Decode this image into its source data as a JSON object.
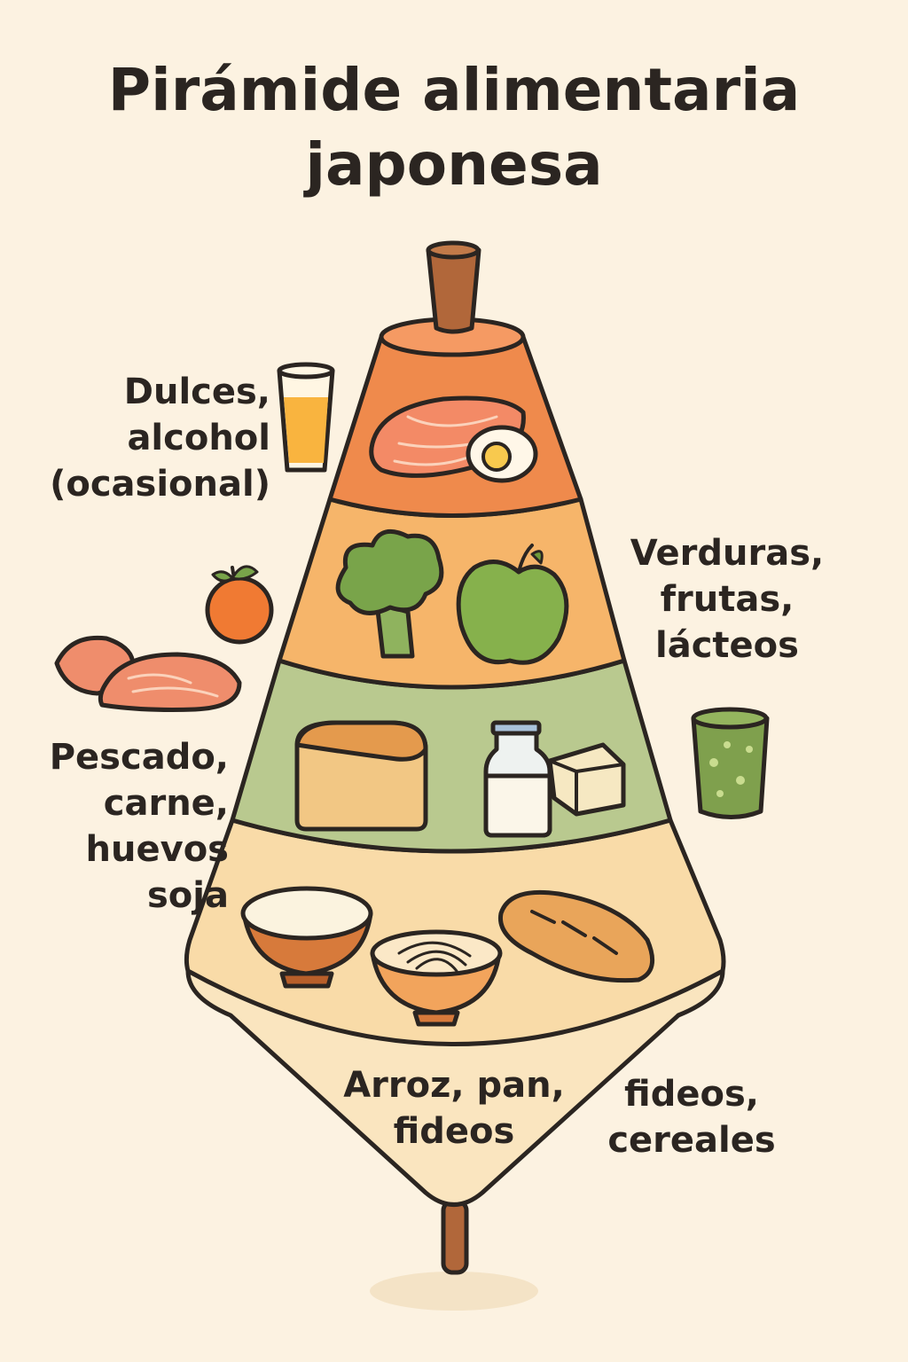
{
  "title": {
    "line1": "Pirámide alimentaria",
    "line2": "japonesa"
  },
  "labels": {
    "top": [
      "Dulces,",
      "alcohol",
      "(ocasional)"
    ],
    "upper_right": [
      "Verduras,",
      "frutas,",
      "lácteos"
    ],
    "middle_left": [
      "Pescado,",
      "carne,",
      "huevos",
      "soja"
    ],
    "base_center": [
      "Arroz, pan,",
      "fideos"
    ],
    "base_right": [
      "fideos,",
      "cereales"
    ]
  },
  "colors": {
    "background": "#fcf2e1",
    "tier1": "#ef8a4c",
    "tier2": "#f6b56a",
    "tier3": "#b9c98f",
    "tier4": "#f9dba8",
    "bottom_cone": "#fae5bf",
    "outline": "#2b2521"
  },
  "icons": {
    "tier1": [
      "salmon-icon",
      "egg-icon"
    ],
    "tier2": [
      "broccoli-icon",
      "apple-icon"
    ],
    "tier3": [
      "bread-loaf-icon",
      "milk-bottle-icon",
      "tofu-icon"
    ],
    "tier4": [
      "rice-bowl-icon",
      "noodle-bowl-icon",
      "baguette-icon"
    ],
    "outside": [
      "juice-glass-icon",
      "orange-icon",
      "meat-icon",
      "green-tea-cup-icon"
    ]
  }
}
